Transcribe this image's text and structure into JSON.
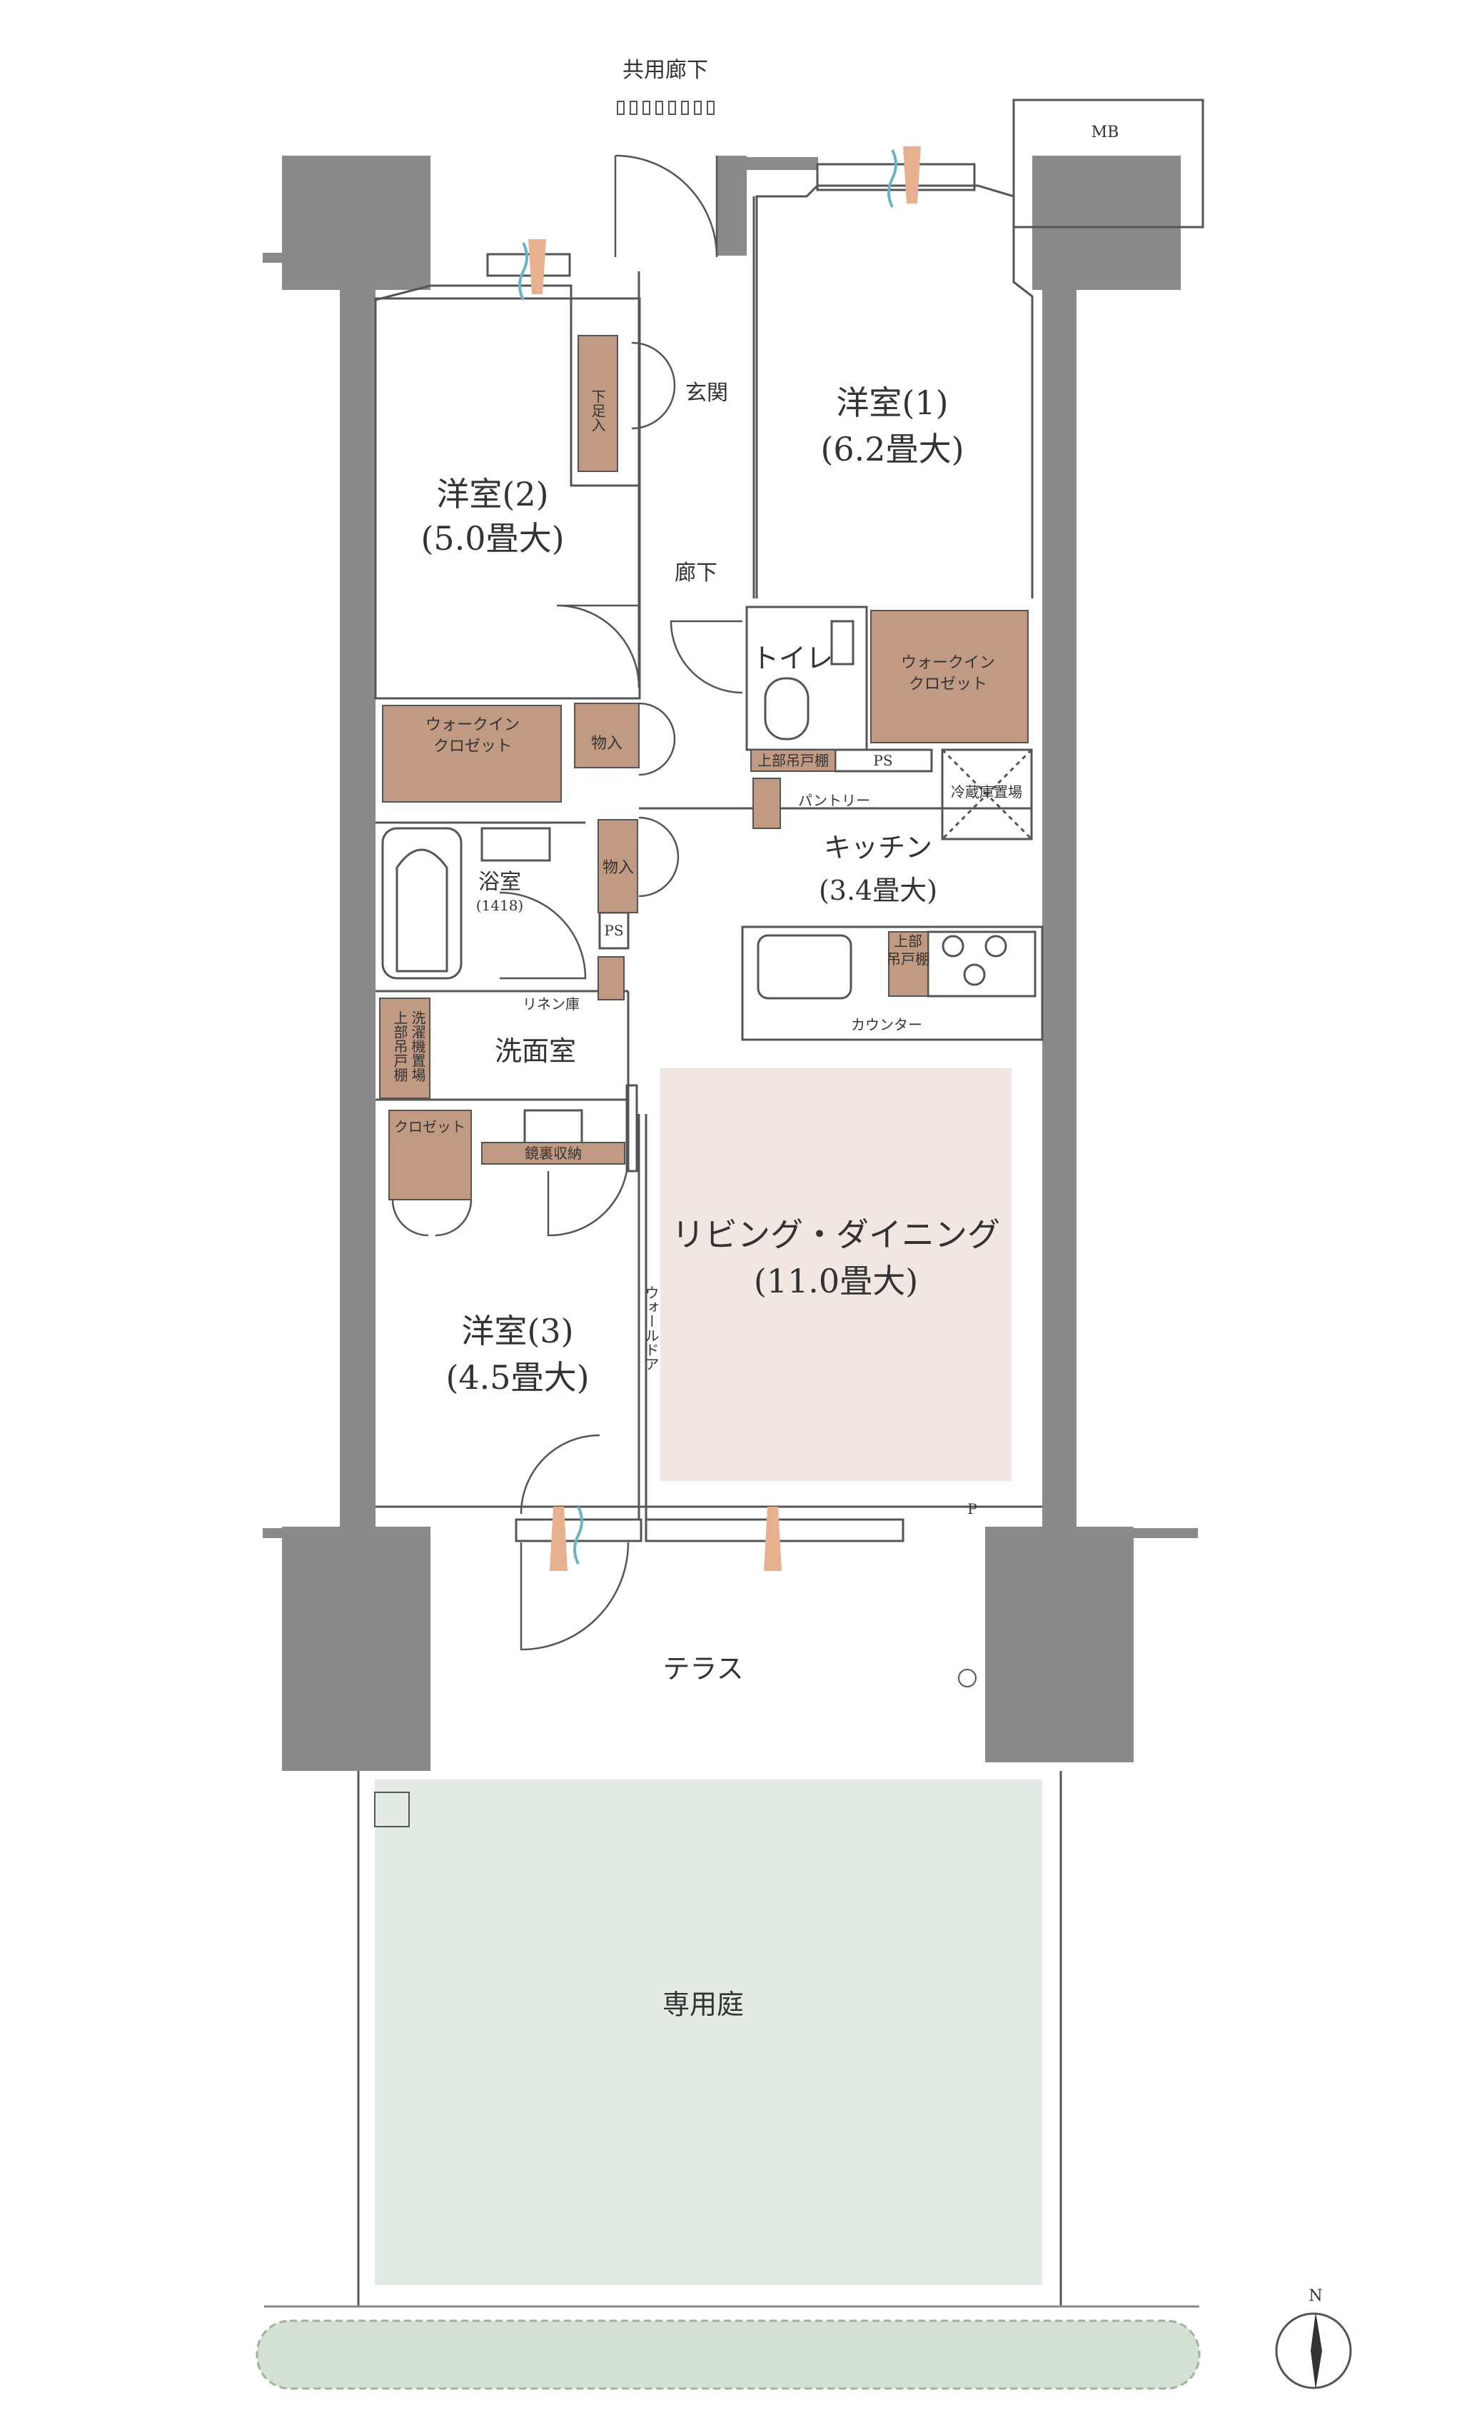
{
  "labels": {
    "corridor_common": "共用廊下",
    "mb": "MB",
    "entrance": "玄関",
    "shoe_box": "下足入",
    "hallway": "廊下",
    "room1_name": "洋室(1)",
    "room1_size": "(6.2畳大)",
    "room2_name": "洋室(2)",
    "room2_size": "(5.0畳大)",
    "room3_name": "洋室(3)",
    "room3_size": "(4.5畳大)",
    "toilet": "トイレ",
    "wic_1_line1": "ウォークイン",
    "wic_1_line2": "クロゼット",
    "wic_2_line1": "ウォークイン",
    "wic_2_line2": "クロゼット",
    "storage_1": "物入",
    "storage_2": "物入",
    "upper_cabinet_toilet": "上部吊戸棚",
    "ps_1": "PS",
    "ps_2": "PS",
    "pantry": "パントリー",
    "fridge": "冷蔵庫置場",
    "kitchen_name": "キッチン",
    "kitchen_size": "(3.4畳大)",
    "bath_name": "浴室",
    "bath_size": "(1418)",
    "upper_cabinet_kitchen_line1": "上部",
    "upper_cabinet_kitchen_line2": "吊戸棚",
    "linen": "リネン庫",
    "counter": "カウンター",
    "washroom": "洗面室",
    "laundry": "洗濯機置場",
    "laundry_upper": "上部吊戸棚",
    "closet": "クロゼット",
    "mirror_storage": "鏡裏収納",
    "living_name": "リビング・ダイニング",
    "living_size": "(11.0畳大)",
    "wall_door": "ウォールドア",
    "p_mark": "P",
    "terrace": "テラス",
    "garden": "専用庭",
    "north": "N"
  },
  "colors": {
    "wall": "#8a8a8a",
    "storage": "#c09a82",
    "living_floor": "#f0e7e3",
    "garden": "#e4ebe4",
    "hedge": "#d5e0d4",
    "line": "#555555"
  }
}
